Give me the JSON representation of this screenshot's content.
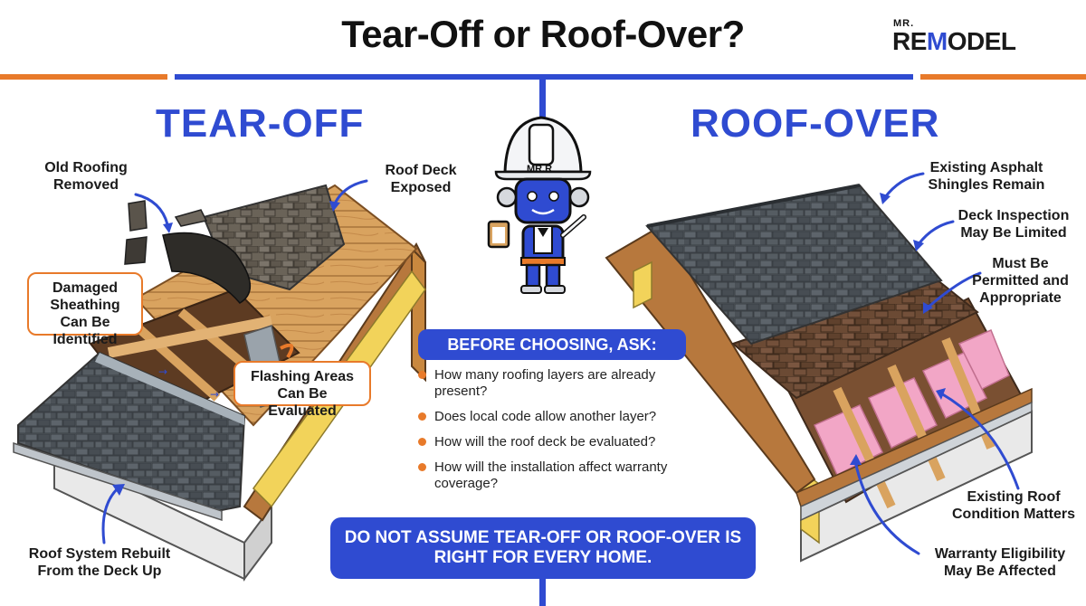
{
  "title": "Tear-Off or Roof-Over?",
  "logo": {
    "small": "MR.",
    "main_start": "RE",
    "main_o": "M",
    "main_end": "ODEL"
  },
  "mascot": {
    "label": "MR.R"
  },
  "tear_off": {
    "heading": "TEAR-OFF",
    "labels": {
      "old_roofing": "Old Roofing Removed",
      "roof_deck": "Roof Deck Exposed",
      "damaged_sheathing": "Damaged Sheathing Can Be Identified",
      "flashing": "Flashing Areas Can Be Evaluated",
      "rebuilt": "Roof System Rebuilt From the Deck Up"
    }
  },
  "roof_over": {
    "heading": "ROOF-OVER",
    "labels": {
      "existing_shingles": "Existing Asphalt Shingles Remain",
      "deck_inspection": "Deck Inspection May Be Limited",
      "permitted": "Must Be Permitted and Appropriate",
      "condition": "Existing Roof Condition Matters",
      "warranty": "Warranty Eligibility May Be Affected"
    }
  },
  "center": {
    "ask_title": "BEFORE CHOOSING, ASK:",
    "questions": [
      "How many roofing layers are already present?",
      "Does local code allow another layer?",
      "How will the roof deck be evaluated?",
      "How will the installation affect warranty coverage?"
    ],
    "warning": "DO NOT ASSUME TEAR-OFF OR ROOF-OVER IS RIGHT FOR EVERY HOME."
  },
  "colors": {
    "accent_blue": "#2f4bd1",
    "accent_orange": "#e87a2a",
    "shingle_dark": "#4a5056",
    "wood": "#d9a35f",
    "insulation_pink": "#f2a6c6"
  }
}
